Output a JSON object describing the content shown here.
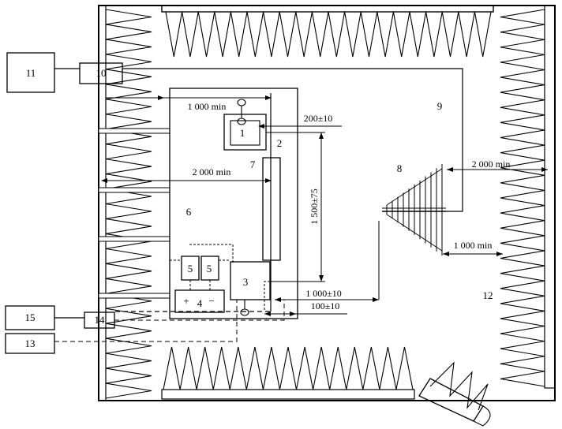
{
  "diagram": {
    "component_labels": {
      "n1": "1",
      "n2": "2",
      "n3": "3",
      "n4": "4",
      "n5a": "5",
      "n5b": "5",
      "n6": "6",
      "n7": "7",
      "n8": "8",
      "n9": "9",
      "n10": "10",
      "n11": "11",
      "n12": "12",
      "n13": "13",
      "n14": "14",
      "n15": "15"
    },
    "dimensions": {
      "d_1000_min_top": "1 000 min",
      "d_200": "200±10",
      "d_2000_min_left": "2 000 min",
      "d_1500": "1 500±75",
      "d_2000_min_right": "2 000 min",
      "d_1000_min_right": "1 000 min",
      "d_1000_10": "1 000±10",
      "d_100_10": "100±10"
    },
    "battery_symbols": {
      "plus": "+",
      "minus": "−"
    }
  }
}
